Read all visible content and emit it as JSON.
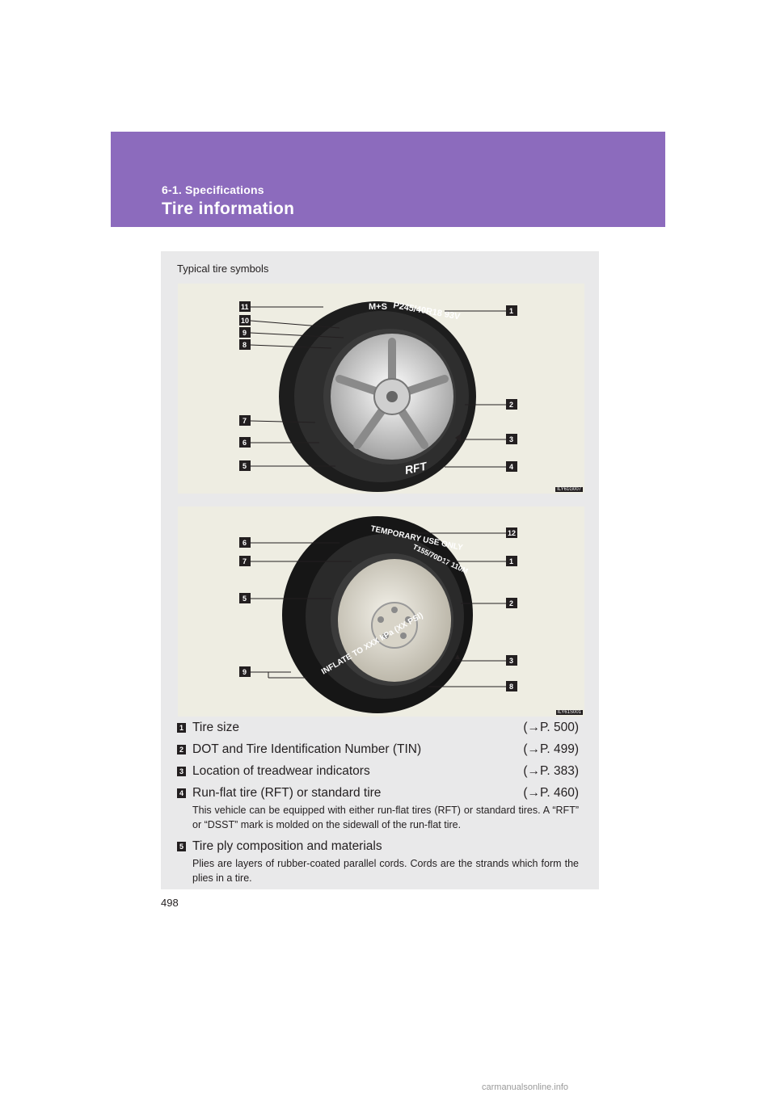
{
  "header": {
    "section": "6-1. Specifications",
    "title": "Tire information"
  },
  "page_number": "498",
  "panel": {
    "caption": "Typical tire symbols",
    "figure1_id": "ILY61G007",
    "figure2_id": "ILY61S001",
    "figure1_callouts": [
      "11",
      "10",
      "9",
      "8",
      "7",
      "6",
      "5",
      "1",
      "2",
      "3",
      "4"
    ],
    "figure2_callouts": [
      "6",
      "7",
      "5",
      "9",
      "12",
      "1",
      "2",
      "3",
      "8"
    ],
    "tire1_text": [
      "M+S",
      "P245/40R18 93V",
      "RFT"
    ],
    "tire2_text": [
      "TEMPORARY USE ONLY",
      "T155/70D17 110M",
      "INFLATE TO XXX kPa (XX PSI)"
    ]
  },
  "items": [
    {
      "num": "1",
      "label": "Tire size",
      "ref": "(→P. 500)",
      "desc": ""
    },
    {
      "num": "2",
      "label": "DOT and Tire Identification Number (TIN)",
      "ref": "(→P. 499)",
      "desc": ""
    },
    {
      "num": "3",
      "label": "Location of treadwear indicators",
      "ref": "(→P. 383)",
      "desc": ""
    },
    {
      "num": "4",
      "label": "Run-flat tire (RFT) or standard tire",
      "ref": "(→P. 460)",
      "desc": "This vehicle can be equipped with either run-flat tires (RFT) or standard tires. A “RFT” or “DSST” mark is molded on the sidewall of the run-flat tire."
    },
    {
      "num": "5",
      "label": "Tire ply composition and materials",
      "ref": "",
      "desc": "Plies are layers of rubber-coated parallel cords. Cords are the strands which form the plies in a tire."
    }
  ],
  "watermark": "carmanualsonline.info",
  "colors": {
    "header": "#8c6bbd",
    "panel": "#e9e9ea",
    "figure_bg": "#eeede2"
  }
}
